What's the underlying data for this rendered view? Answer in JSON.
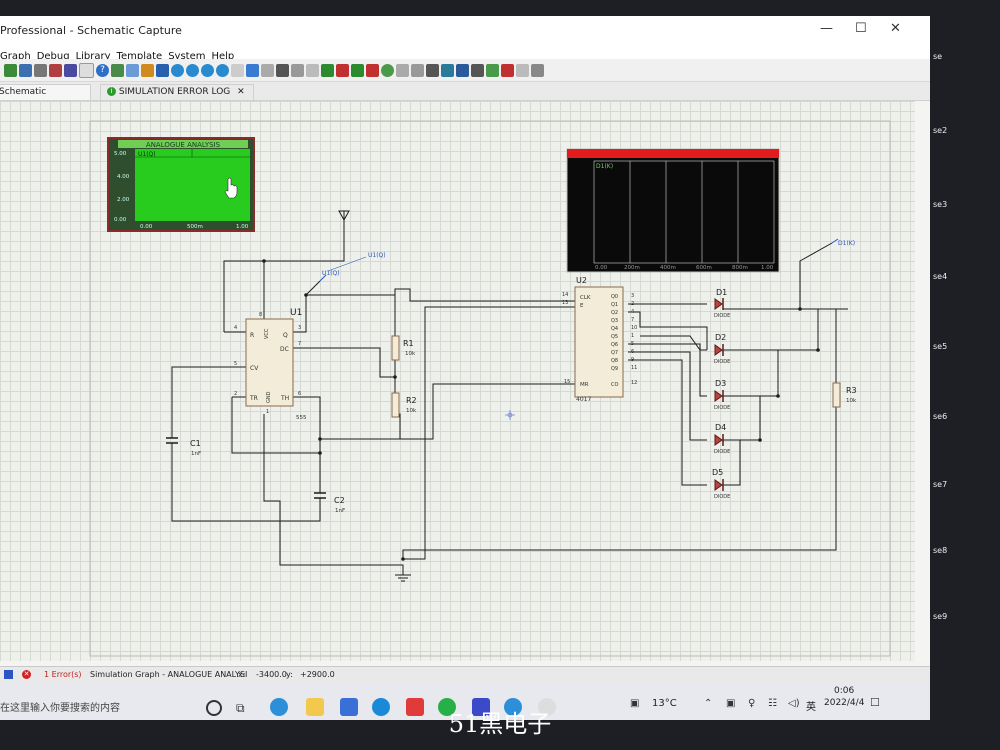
{
  "window": {
    "title": "Professional - Schematic Capture"
  },
  "menu": [
    "Graph",
    "Debug",
    "Library",
    "Template",
    "System",
    "Help"
  ],
  "tabs": [
    {
      "label": "Schematic Capture"
    },
    {
      "label": "SIMULATION ERROR LOG"
    }
  ],
  "graph_analogue": {
    "title": "ANALOGUE ANALYSIS",
    "trace": "U1(Q)",
    "y_ticks": [
      "5.00",
      "4.00",
      "2.00",
      "0.00"
    ],
    "x_ticks": [
      "0.00",
      "500m",
      "1.00"
    ]
  },
  "graph_digital": {
    "trace": "D1(K)",
    "x_ticks": [
      "0.00",
      "200m",
      "400m",
      "600m",
      "800m",
      "1.00"
    ]
  },
  "components": {
    "u1_ref": "U1",
    "u1_type": "555",
    "u1_pins": {
      "r": "R",
      "vcc": "VCC",
      "q": "Q",
      "dc": "DC",
      "cv": "CV",
      "tr": "TR",
      "th": "TH",
      "gnd": "GND"
    },
    "u1_pin_nums": [
      "4",
      "8",
      "3",
      "7",
      "5",
      "2",
      "6",
      "1"
    ],
    "probe_u1": "U1(Q)",
    "probe_d1": "D1(K)",
    "r1_ref": "R1",
    "r1_val": "10k",
    "r2_ref": "R2",
    "r2_val": "10k",
    "r3_ref": "R3",
    "r3_val": "10k",
    "c1_ref": "C1",
    "c1_val": "1nF",
    "c2_ref": "C2",
    "c2_val": "1nF",
    "u2_ref": "U2",
    "u2_type": "4017",
    "u2_left_pins": [
      "CLK",
      "E",
      "MR"
    ],
    "u2_left_nums": [
      "14",
      "13",
      "15"
    ],
    "u2_right_pins": [
      "Q0",
      "Q1",
      "Q2",
      "Q3",
      "Q4",
      "Q5",
      "Q6",
      "Q7",
      "Q8",
      "Q9",
      "CO"
    ],
    "u2_right_nums": [
      "3",
      "2",
      "4",
      "7",
      "10",
      "1",
      "5",
      "6",
      "9",
      "11",
      "12"
    ],
    "diodes": [
      {
        "ref": "D1",
        "type": "DIODE"
      },
      {
        "ref": "D2",
        "type": "DIODE"
      },
      {
        "ref": "D3",
        "type": "DIODE"
      },
      {
        "ref": "D4",
        "type": "DIODE"
      },
      {
        "ref": "D5",
        "type": "DIODE"
      }
    ]
  },
  "status": {
    "errors": "1 Error(s)",
    "message": "Simulation Graph - ANALOGUE ANALYSI",
    "x_label": "x:",
    "x_value": "-3400.0",
    "y_label": "y:",
    "y_value": "+2900.0"
  },
  "taskbar": {
    "search_placeholder": "在这里输入你要搜索的内容",
    "temperature": "13°C",
    "ime": "英",
    "time": "0:06",
    "date": "2022/4/4"
  },
  "desktop_icons": [
    "se",
    "se2",
    "se3",
    "se4",
    "se5",
    "se6",
    "se7",
    "se8",
    "se9"
  ],
  "caption": "51黑电子"
}
